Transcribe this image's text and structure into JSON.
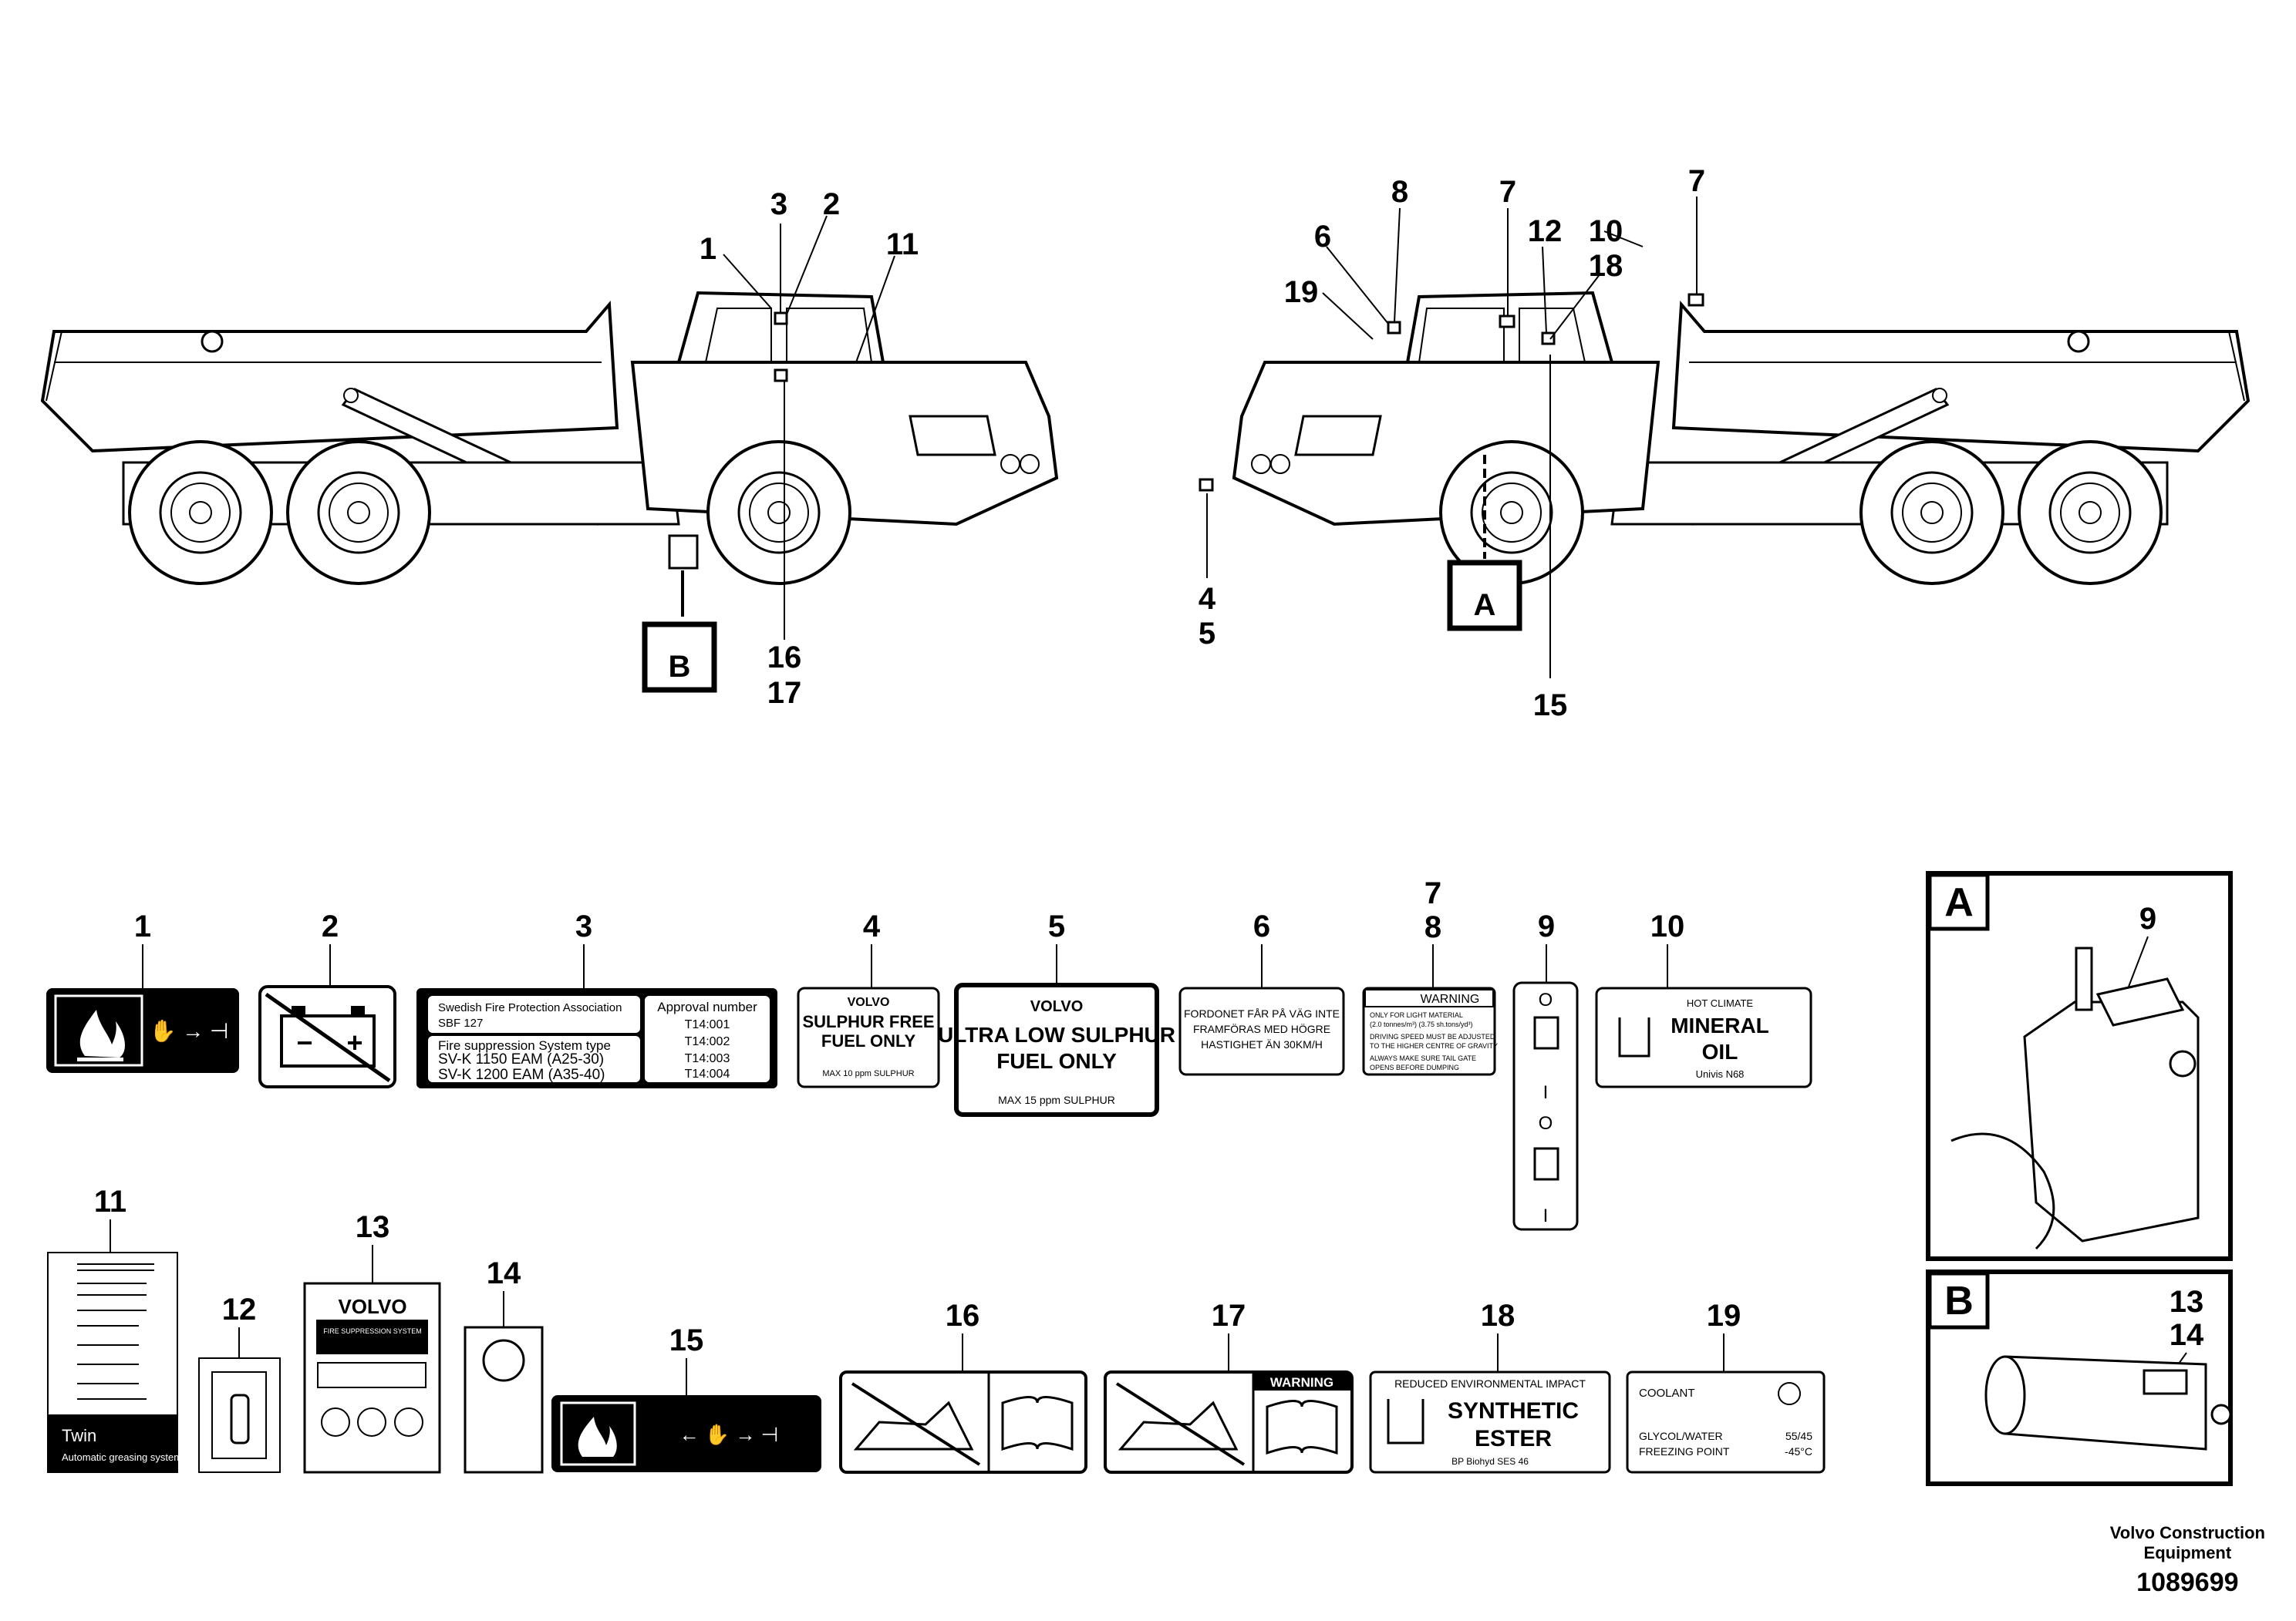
{
  "callouts": {
    "left_truck": [
      "1",
      "2",
      "3",
      "11",
      "16",
      "17"
    ],
    "right_truck": [
      "4",
      "5",
      "6",
      "7",
      "8",
      "10",
      "12",
      "15",
      "18",
      "19",
      "7"
    ]
  },
  "detail_letters": {
    "a": "A",
    "b": "B"
  },
  "labels": {
    "l1": {
      "num": "1"
    },
    "l2": {
      "num": "2"
    },
    "l3": {
      "num": "3",
      "org": "Swedish Fire Protection Association",
      "code": "SBF 127",
      "sys_title": "Fire suppression System type",
      "sys1": "SV-K 1150 EAM (A25-30)",
      "sys2": "SV-K 1200 EAM (A35-40)",
      "approval_title": "Approval number",
      "approvals": [
        "T14:001",
        "T14:002",
        "T14:003",
        "T14:004"
      ]
    },
    "l4": {
      "num": "4",
      "brand": "VOLVO",
      "line1": "SULPHUR FREE",
      "line2": "FUEL ONLY",
      "small": "MAX 10 ppm SULPHUR"
    },
    "l5": {
      "num": "5",
      "brand": "VOLVO",
      "line1": "ULTRA LOW SULPHUR",
      "line2": "FUEL ONLY",
      "small": "MAX 15 ppm SULPHUR"
    },
    "l6": {
      "num": "6",
      "text1": "FORDONET FÅR PÅ VÄG INTE",
      "text2": "FRAMFÖRAS MED HÖGRE",
      "text3": "HASTIGHET ÄN 30KM/H"
    },
    "l7_8": {
      "num_a": "7",
      "num_b": "8",
      "head": "WARNING",
      "t1": "ONLY FOR LIGHT MATERIAL",
      "t2": "(2.0 tonnes/m³) (3.75 sh.tons/yd³)",
      "t3": "DRIVING SPEED MUST BE ADJUSTED",
      "t4": "TO THE HIGHER CENTRE OF GRAVITY",
      "t5": "ALWAYS MAKE SURE TAIL GATE",
      "t6": "OPENS BEFORE DUMPING"
    },
    "l9": {
      "num": "9",
      "o1": "O",
      "i1": "I",
      "o2": "O",
      "i2": "I"
    },
    "l10": {
      "num": "10",
      "head": "HOT CLIMATE",
      "line1": "MINERAL",
      "line2": "OIL",
      "sub": "Univis N68"
    },
    "l11": {
      "num": "11",
      "brand": "Twin",
      "sub": "Automatic greasing system"
    },
    "l12": {
      "num": "12"
    },
    "l13": {
      "num": "13",
      "brand": "VOLVO",
      "title": "FIRE SUPPRESSION SYSTEM"
    },
    "l14": {
      "num": "14"
    },
    "l15": {
      "num": "15"
    },
    "l16": {
      "num": "16"
    },
    "l17": {
      "num": "17",
      "head": "WARNING"
    },
    "l18": {
      "num": "18",
      "head": "REDUCED ENVIRONMENTAL IMPACT",
      "line1": "SYNTHETIC",
      "line2": "ESTER",
      "sub": "BP Biohyd SES 46"
    },
    "l19": {
      "num": "19",
      "head": "COOLANT",
      "r1k": "GLYCOL/WATER",
      "r1v": "55/45",
      "r2k": "FREEZING POINT",
      "r2v": "-45°C"
    }
  },
  "detail_a": {
    "letter": "A",
    "callout": "9"
  },
  "detail_b": {
    "letter": "B",
    "callout_a": "13",
    "callout_b": "14"
  },
  "footer": {
    "company_line1": "Volvo Construction",
    "company_line2": "Equipment",
    "doc_number": "1089699"
  }
}
